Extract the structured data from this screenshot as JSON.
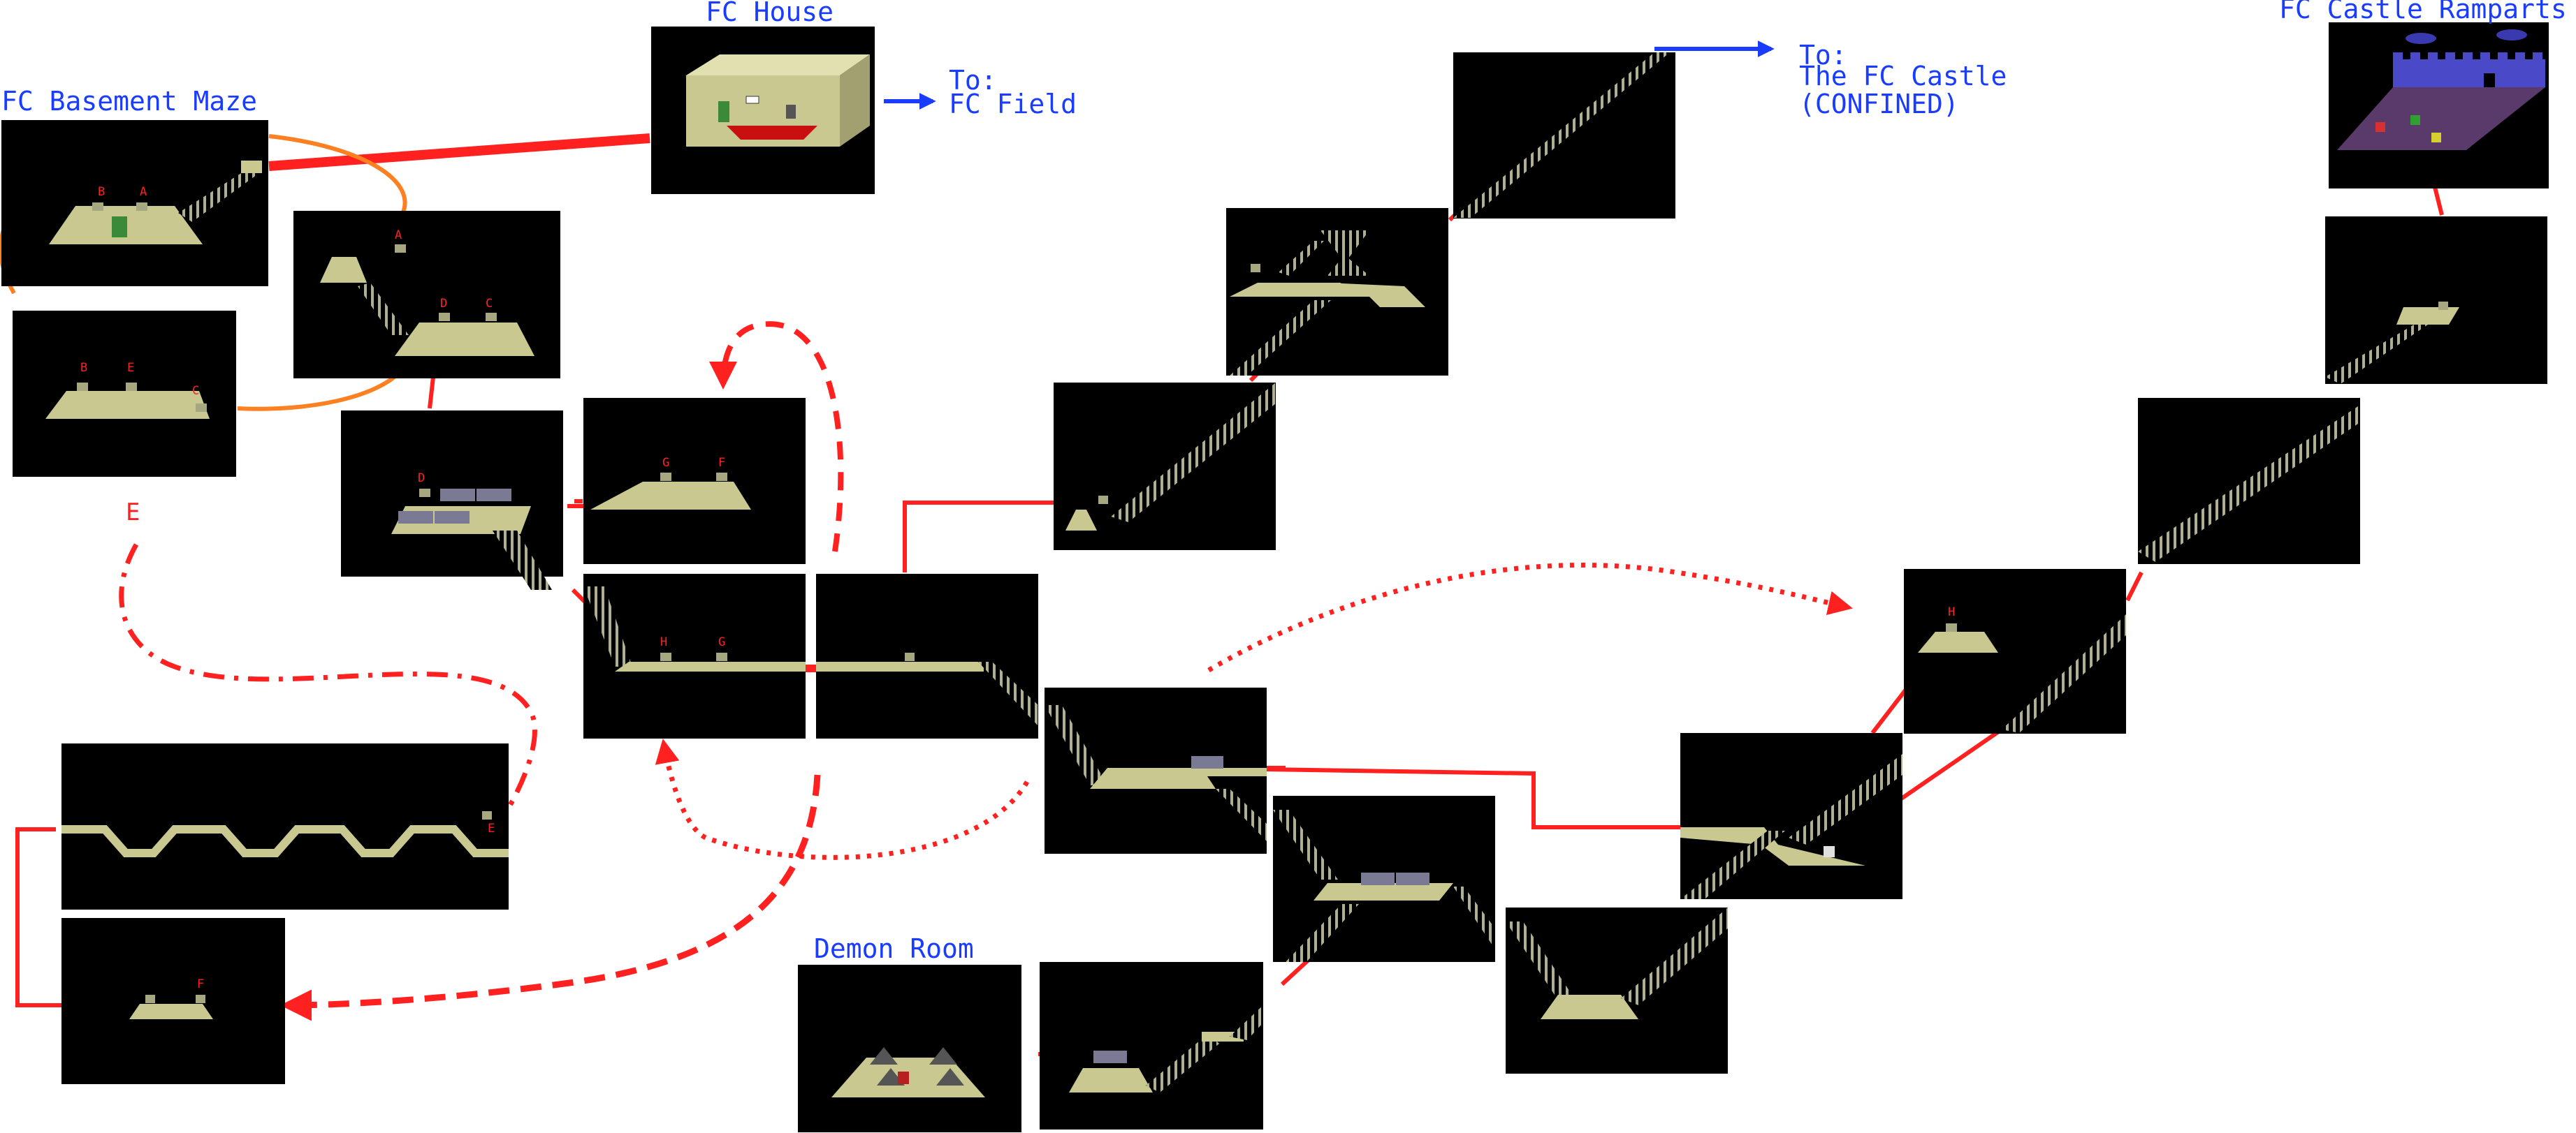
{
  "labels": {
    "fc_basement_maze": "FC Basement Maze",
    "fc_house": "FC House",
    "fc_castle_ramparts": "FC Castle Ramparts",
    "demon_room": "Demon Room",
    "to_fc_field_1": "To:",
    "to_fc_field_2": "FC Field",
    "to_castle_1": "To:",
    "to_castle_2": "The FC Castle",
    "to_castle_3": "(CONFINED)",
    "loose_e": "E"
  },
  "markers": {
    "b": "B",
    "a": "A",
    "d": "D",
    "c": "C",
    "e": "E",
    "g": "G",
    "f": "F",
    "h": "H"
  },
  "colors": {
    "background": "#ffffff",
    "room_bg": "#000000",
    "floor": "#c8c890",
    "floor_edge": "#8a8a60",
    "stairs": "#a8a888",
    "connector": "#ff2020",
    "basement_loop": "#ff8020",
    "label_blue": "#1a3cff",
    "marker_red": "#ff2020",
    "rampart_wall": "#4a4ac8"
  },
  "icons": {
    "arrow": "arrow-right-icon",
    "warp": "warp-arrow-icon",
    "door": "door-icon",
    "block": "stone-block-icon"
  }
}
